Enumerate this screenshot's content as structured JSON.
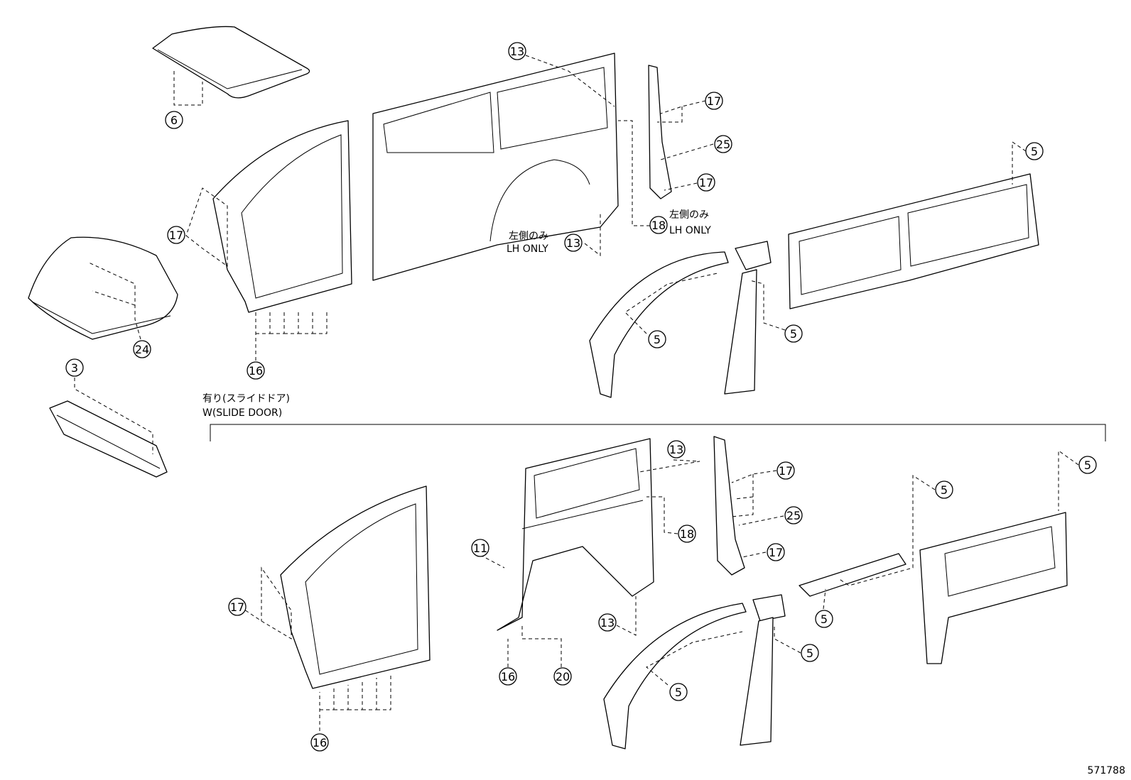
{
  "callouts": [
    {
      "n": "13"
    },
    {
      "n": "6"
    },
    {
      "n": "17"
    },
    {
      "n": "25"
    },
    {
      "n": "17"
    },
    {
      "n": "5"
    },
    {
      "n": "18"
    },
    {
      "n": "13"
    },
    {
      "n": "17"
    },
    {
      "n": "24"
    },
    {
      "n": "5"
    },
    {
      "n": "5"
    },
    {
      "n": "16"
    },
    {
      "n": "3"
    },
    {
      "n": "13"
    },
    {
      "n": "17"
    },
    {
      "n": "5"
    },
    {
      "n": "5"
    },
    {
      "n": "25"
    },
    {
      "n": "11"
    },
    {
      "n": "18"
    },
    {
      "n": "17"
    },
    {
      "n": "17"
    },
    {
      "n": "5"
    },
    {
      "n": "13"
    },
    {
      "n": "5"
    },
    {
      "n": "16"
    },
    {
      "n": "20"
    },
    {
      "n": "5"
    },
    {
      "n": "16"
    }
  ],
  "notes": {
    "lh_only_jp": "左側のみ",
    "lh_only_en": "LH ONLY",
    "slide_door_jp": "有り(スライドドア)",
    "slide_door_en": "W(SLIDE DOOR)"
  },
  "figure_number": "571788"
}
